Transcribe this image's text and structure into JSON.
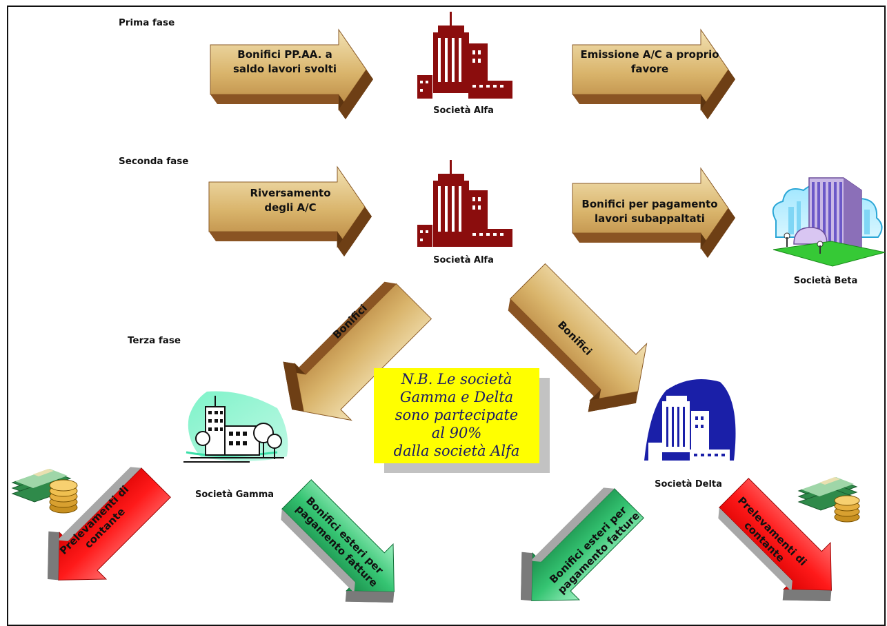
{
  "phases": {
    "first": "Prima fase",
    "second": "Seconda fase",
    "third": "Terza fase"
  },
  "entities": {
    "alfa_1": "Società Alfa",
    "alfa_2": "Società Alfa",
    "beta": "Società Beta",
    "gamma": "Società Gamma",
    "delta": "Società Delta"
  },
  "arrows": {
    "a1": [
      "Bonifici PP.AA. a",
      "saldo lavori svolti"
    ],
    "a2": [
      "Emissione A/C a proprio",
      "favore"
    ],
    "a3": [
      "Riversamento",
      "degli A/C"
    ],
    "a4": [
      "Bonifici per pagamento",
      "lavori subappaltati"
    ],
    "a5": [
      "Bonifici"
    ],
    "a6": [
      "Bonifici"
    ],
    "a7": [
      "Prelevamenti di",
      "contante"
    ],
    "a8": [
      "Bonifici esteri per",
      "pagamento fatture"
    ],
    "a9": [
      "Bonifici esteri per",
      "pagamento fatture"
    ],
    "a10": [
      "Prelevamenti di",
      "contante"
    ]
  },
  "note": [
    "N.B. Le società",
    "Gamma e Delta",
    "sono partecipate",
    "al 90%",
    "dalla società Alfa"
  ],
  "colors": {
    "arrow_brown_light": "#e6c98a",
    "arrow_brown_dark": "#7a4a1e",
    "arrow_red": "#ff1a1a",
    "arrow_green": "#2fbf6a",
    "building_alfa": "#8b0d0d",
    "building_delta": "#1a1fa8",
    "note_bg": "#ffff00"
  },
  "icons": {
    "alfa": "city-building-icon",
    "beta": "office-building-icon",
    "gamma": "building-trees-icon",
    "delta": "city-building-icon",
    "cash": "money-coins-icon"
  }
}
